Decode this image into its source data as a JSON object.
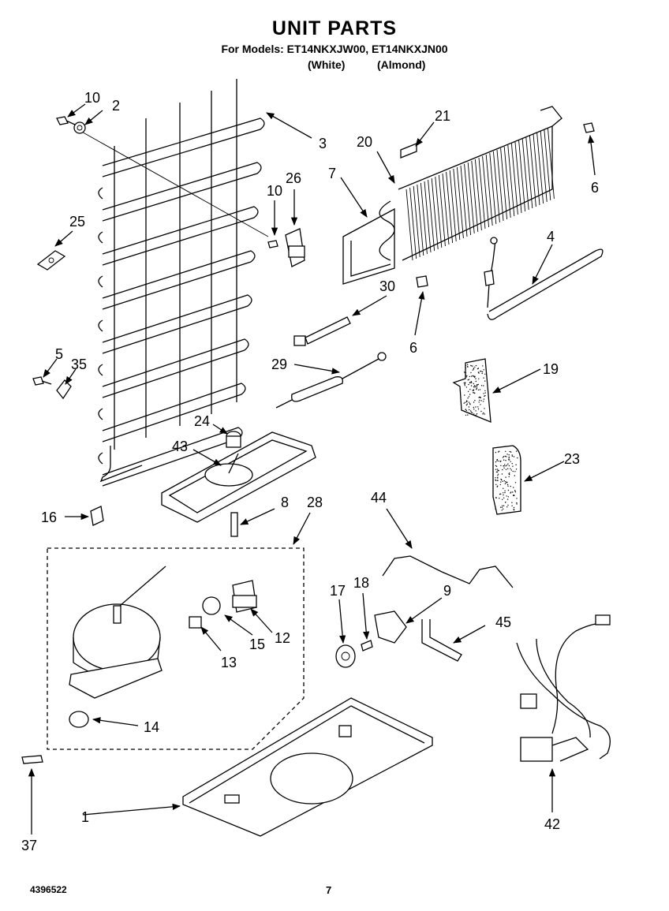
{
  "header": {
    "title": "UNIT PARTS",
    "models": "For Models: ET14NKXJW00, ET14NKXJN00",
    "variant_white": "(White)",
    "variant_almond": "(Almond)"
  },
  "footer": {
    "doc_number": "4396522",
    "page_number": "7"
  },
  "callouts": {
    "c1": "1",
    "c2": "2",
    "c3": "3",
    "c4": "4",
    "c5": "5",
    "c6a": "6",
    "c6b": "6",
    "c7": "7",
    "c8": "8",
    "c9": "9",
    "c10a": "10",
    "c10b": "10",
    "c12": "12",
    "c13": "13",
    "c14": "14",
    "c15": "15",
    "c16": "16",
    "c17": "17",
    "c18": "18",
    "c19": "19",
    "c20": "20",
    "c21": "21",
    "c23": "23",
    "c24": "24",
    "c25": "25",
    "c26": "26",
    "c28": "28",
    "c29": "29",
    "c30": "30",
    "c35": "35",
    "c37": "37",
    "c42": "42",
    "c43": "43",
    "c44": "44",
    "c45": "45"
  }
}
